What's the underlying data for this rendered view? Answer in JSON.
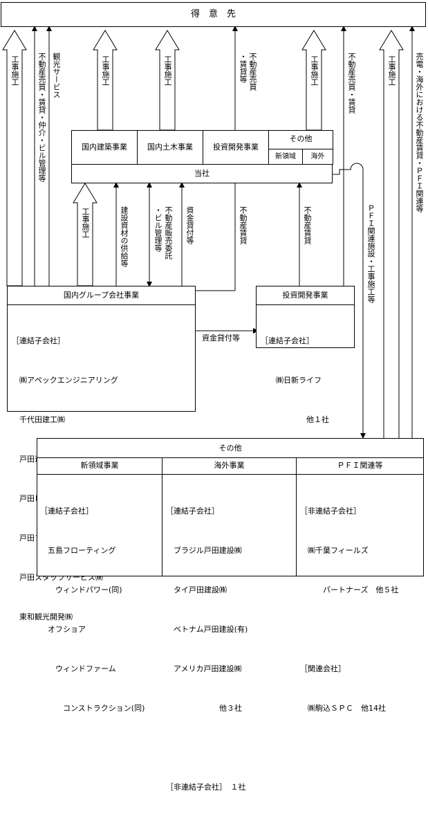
{
  "top": {
    "title": "得　意　先"
  },
  "company": {
    "segments": [
      "国内建築事業",
      "国内土木事業",
      "投資開発事業"
    ],
    "other": {
      "title": "その他",
      "sub": [
        "新領域",
        "海外"
      ]
    },
    "label": "当社"
  },
  "top_arrows": {
    "a1": "工事施工",
    "a2": "不動産売買・賃貸・仲介・ビル管理等",
    "a3": "観光サービス",
    "a4": "工事施工",
    "a5": "工事施工",
    "a6": [
      "不動産売買",
      "・賃貸等"
    ],
    "a7": "工事施工",
    "a8": "不動産売買・賃貸",
    "a9": "工事施工",
    "a10": "売電・海外における不動産賃貸・ＰＦＩ関連等"
  },
  "mid_arrows": {
    "m1": "工事施工",
    "m2": "建設資材の供給等",
    "m3": [
      "不動産販売委託",
      "・ビル管理等"
    ],
    "m4": "資金貸付等",
    "m5": "不動産賃貸",
    "m6": "不動産賃貸",
    "m7": "ＰＦＩ関連施設・工事施工等",
    "h1": "資金貸付等"
  },
  "domestic_group": {
    "title": "国内グループ会社事業",
    "lines": [
      "［連結子会社］",
      "　㈱アペックエンジニアリング",
      "　千代田建工㈱",
      "　戸田道路㈱",
      "　戸田ビルパートナーズ㈱",
      "　戸田ファイナンス㈱",
      "　戸田スタッフサービス㈱",
      "　東和観光開発㈱"
    ]
  },
  "investment": {
    "title": "投資開発事業",
    "lines": [
      "［連結子会社］",
      "　　㈱日新ライフ",
      "　　　　　　他１社"
    ]
  },
  "others": {
    "title": "その他",
    "new_field": {
      "title": "新領域事業",
      "lines": [
        "［連結子会社］",
        "　五島フローティング",
        "　　ウィンドパワー(同)",
        "　オフショア",
        "　　ウィンドファーム",
        "　　　コンストラクション(同)"
      ]
    },
    "overseas": {
      "title": "海外事業",
      "lines": [
        "［連結子会社］",
        "　ブラジル戸田建設㈱",
        "　タイ戸田建設㈱",
        "　ベトナム戸田建設(有)",
        "　アメリカ戸田建設㈱",
        "　　　　　　　他３社",
        "",
        "［非連結子会社］　１社"
      ]
    },
    "pfi": {
      "title": "ＰＦＩ関連等",
      "lines": [
        "［非連結子会社］",
        "　㈱千葉フィールズ",
        "　　　パートナーズ　他５社",
        "",
        "［関連会社］",
        "　㈱駒込ＳＰＣ　他14社"
      ]
    }
  }
}
